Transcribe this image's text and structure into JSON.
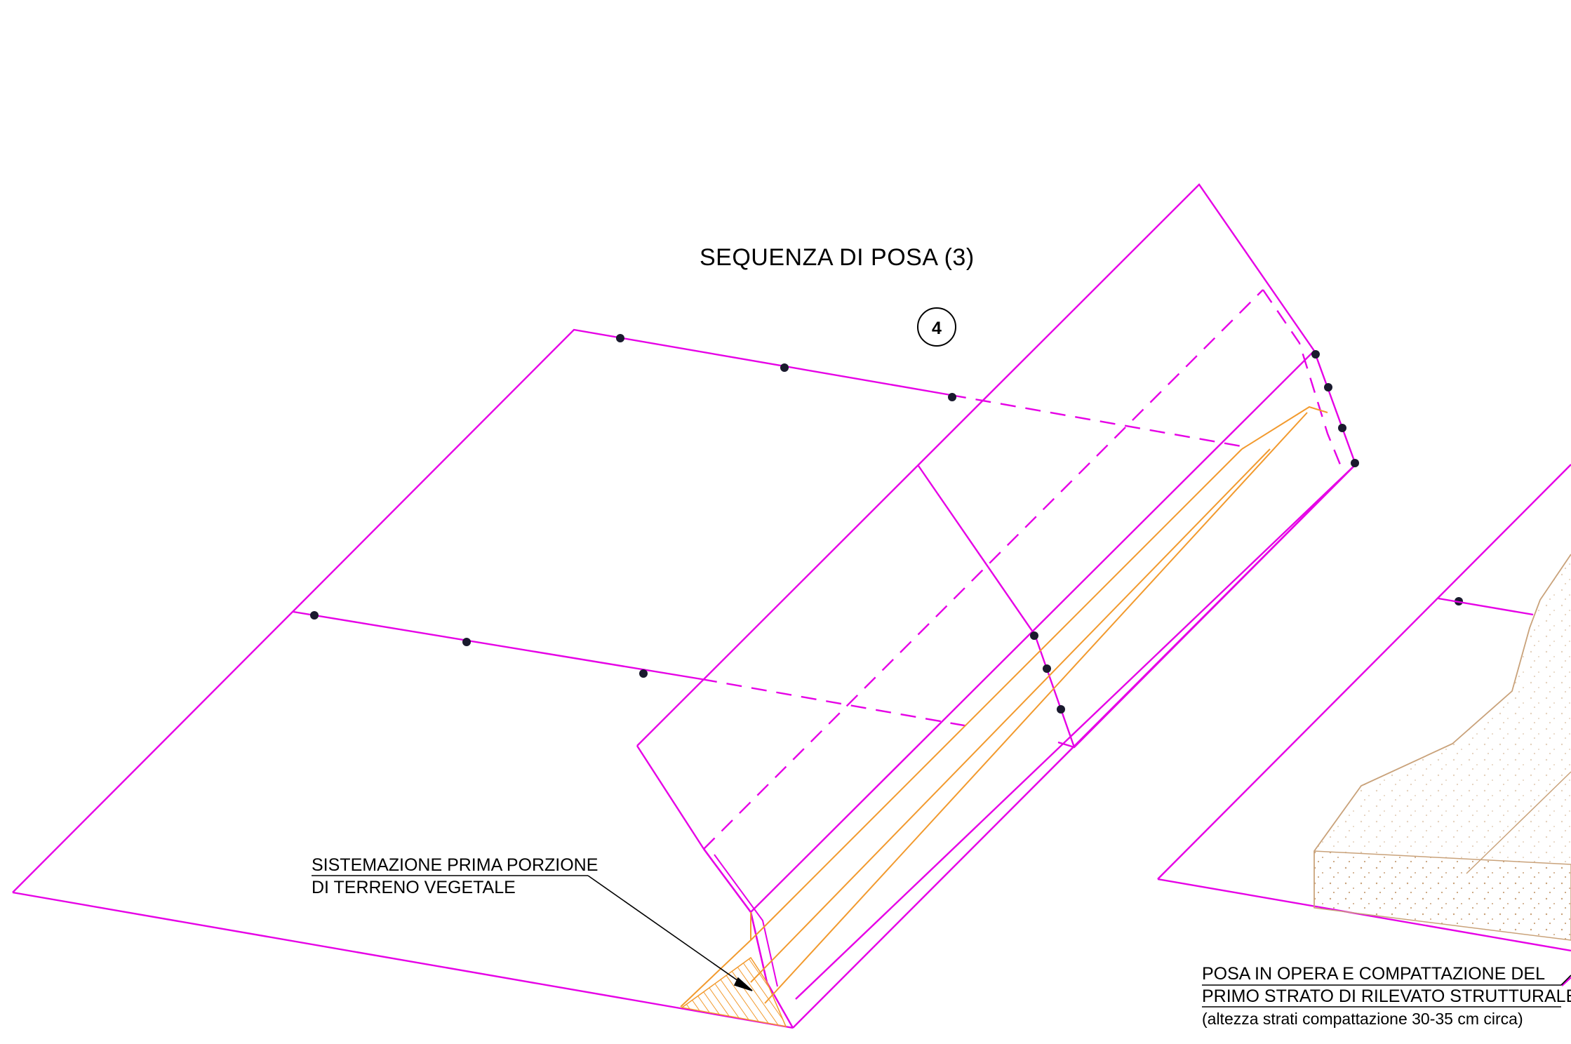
{
  "title": "SEQUENZA DI POSA (3)",
  "step_number": "4",
  "annotations": {
    "left": {
      "line1": "SISTEMAZIONE PRIMA PORZIONE",
      "line2": "DI TERRENO VEGETALE"
    },
    "right": {
      "line1": "POSA IN OPERA E COMPATTAZIONE DEL",
      "line2": "PRIMO STRATO DI RILEVATO STRUTTURALE",
      "line3": "(altezza strati compattazione 30-35 cm circa)"
    }
  },
  "colors": {
    "geotextile": "#e600e6",
    "soil_layer": "#f29a2e",
    "fill_material": "#c9a27a",
    "pins": "#1a1a2e",
    "text": "#000000"
  }
}
